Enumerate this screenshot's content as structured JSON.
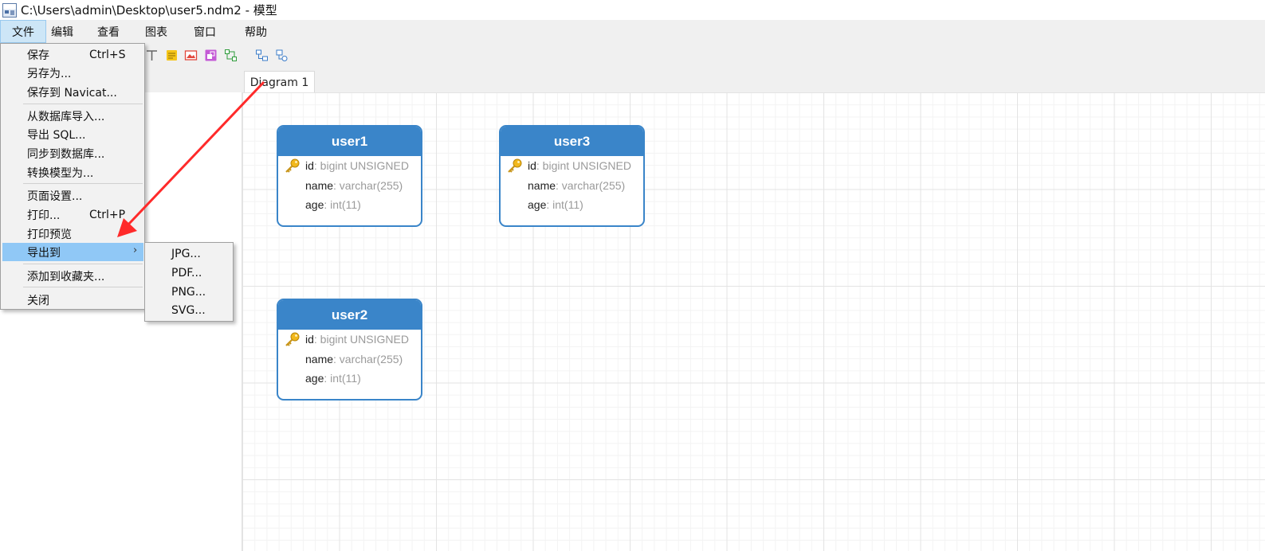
{
  "window": {
    "title": "C:\\Users\\admin\\Desktop\\user5.ndm2 - 模型"
  },
  "menubar": {
    "items": [
      {
        "label": "文件"
      },
      {
        "label": "编辑"
      },
      {
        "label": "查看"
      },
      {
        "label": "图表"
      },
      {
        "label": "窗口"
      },
      {
        "label": "帮助"
      }
    ],
    "active": "文件"
  },
  "file_menu": {
    "items": [
      {
        "label": "保存",
        "shortcut": "Ctrl+S"
      },
      {
        "label": "另存为..."
      },
      {
        "label": "保存到 Navicat..."
      },
      {
        "label": "从数据库导入..."
      },
      {
        "label": "导出 SQL..."
      },
      {
        "label": "同步到数据库..."
      },
      {
        "label": "转换模型为..."
      },
      {
        "label": "页面设置..."
      },
      {
        "label": "打印...",
        "shortcut": "Ctrl+P"
      },
      {
        "label": "打印预览"
      },
      {
        "label": "导出到",
        "arrow": "›"
      },
      {
        "label": "添加到收藏夹..."
      },
      {
        "label": "关闭"
      }
    ],
    "highlighted": "导出到"
  },
  "export_submenu": {
    "items": [
      {
        "label": "JPG..."
      },
      {
        "label": "PDF..."
      },
      {
        "label": "PNG..."
      },
      {
        "label": "SVG..."
      }
    ]
  },
  "tabs": [
    {
      "label": "Diagram 1",
      "active": true
    }
  ],
  "toolbar": {
    "icons": [
      "text-tool-icon",
      "note-icon",
      "image-icon",
      "shape-icon",
      "layer-icon",
      "auto-layout-icon",
      "relation-icon"
    ]
  },
  "entities": [
    {
      "name": "user1",
      "fields": [
        {
          "name": "id",
          "type": ": bigint UNSIGNED",
          "primary_key": true
        },
        {
          "name": "name",
          "type": ": varchar(255)"
        },
        {
          "name": "age",
          "type": ": int(11)"
        }
      ]
    },
    {
      "name": "user3",
      "fields": [
        {
          "name": "id",
          "type": ": bigint UNSIGNED",
          "primary_key": true
        },
        {
          "name": "name",
          "type": ": varchar(255)"
        },
        {
          "name": "age",
          "type": ": int(11)"
        }
      ]
    },
    {
      "name": "user2",
      "fields": [
        {
          "name": "id",
          "type": ": bigint UNSIGNED",
          "primary_key": true
        },
        {
          "name": "name",
          "type": ": varchar(255)"
        },
        {
          "name": "age",
          "type": ": int(11)"
        }
      ]
    }
  ],
  "colors": {
    "entity_header": "#3a85c9",
    "menu_highlight": "#90c8f6",
    "annotation_arrow": "#ff2a2a"
  }
}
